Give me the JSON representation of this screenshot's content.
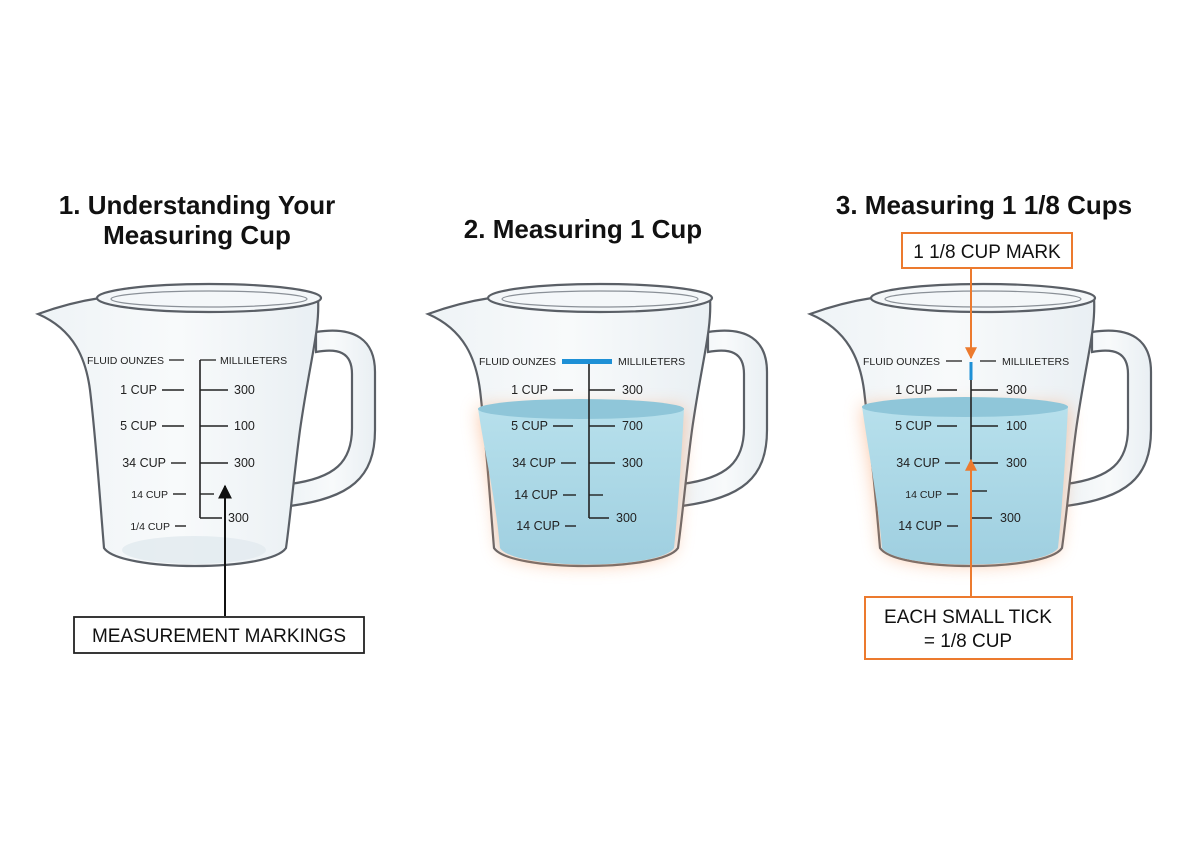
{
  "panels": [
    {
      "title_lines": [
        "1. Understanding Your",
        "Measuring Cup"
      ],
      "scale": {
        "header_left": "FLUID OUNZES",
        "header_right": "MILLILETERS",
        "left_labels": [
          "1 CUP",
          "5 CUP",
          "34 CUP",
          "14 CUP",
          "1/4 CUP"
        ],
        "right_labels": [
          "300",
          "100",
          "300",
          "300"
        ]
      },
      "callout": "MEASUREMENT MARKINGS"
    },
    {
      "title_lines": [
        "2. Measuring 1 Cup"
      ],
      "scale": {
        "header_left": "FLUID OUNZES",
        "header_right": "MILLILETERS",
        "left_labels": [
          "1 CUP",
          "5 CUP",
          "34 CUP",
          "1​4 CUP",
          "14 CUP"
        ],
        "right_labels": [
          "300",
          "700",
          "300",
          "300"
        ]
      },
      "fill_level": "1 CUP"
    },
    {
      "title_lines": [
        "3. Measuring 1 1/8 Cups"
      ],
      "scale": {
        "header_left": "FLUID OUNZES",
        "header_right": "MILLILETERS",
        "left_labels": [
          "1 CUP",
          "5 CUP",
          "34 CUP",
          "14 CUP",
          "14 CUP"
        ],
        "right_labels": [
          "300",
          "100",
          "300",
          "300"
        ]
      },
      "top_callout": "1 1/8 CUP MARK",
      "bottom_callout_lines": [
        "EACH SMALL TICK",
        "= 1/8 CUP"
      ]
    }
  ],
  "colors": {
    "water": "#a9d8e6",
    "glow": "#f6a06a",
    "accent_blue": "#1e90d6",
    "accent_orange": "#ec7a2e",
    "glass_stroke": "#5a5f66"
  }
}
